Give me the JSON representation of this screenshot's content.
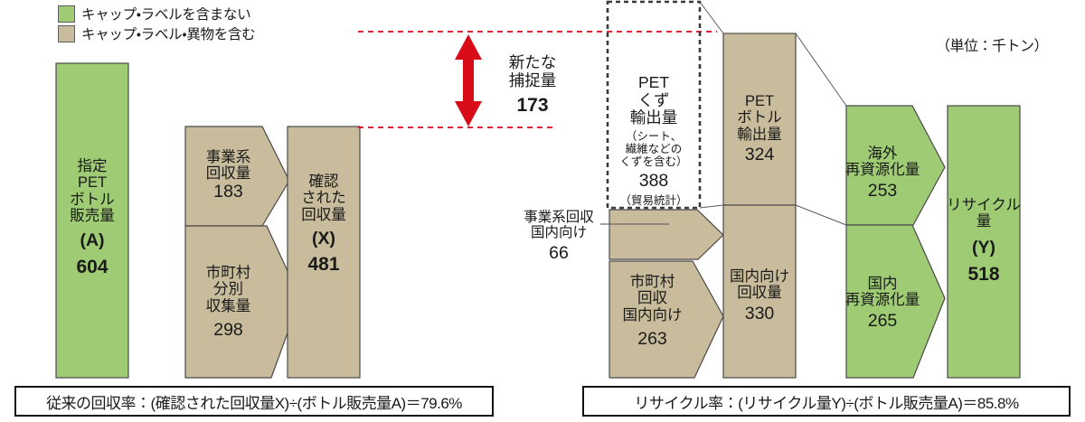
{
  "legend": {
    "items": [
      {
        "label": "キャップ・ラベルを含まない",
        "color": "#9ecb74",
        "name": "excludes-cap-label"
      },
      {
        "label": "キャップ・ラベル・異物を含む",
        "color": "#c9bc9c",
        "name": "includes-cap-label-foreign"
      }
    ]
  },
  "unit_note": "（単位：千トン）",
  "nodes": {
    "designated_sales": {
      "l1": "指定",
      "l2": "PET",
      "l3": "ボトル",
      "l4": "販売量",
      "code": "(A)",
      "value": "604"
    },
    "business_collected": {
      "l1": "事業系",
      "l2": "回収量",
      "value": "183"
    },
    "municipal_collected": {
      "l1": "市町村",
      "l2": "分別",
      "l3": "収集量",
      "value": "298"
    },
    "confirmed_collected": {
      "l1": "確認",
      "l2": "された",
      "l3": "回収量",
      "code": "(X)",
      "value": "481"
    },
    "new_capture": {
      "l1": "新たな",
      "l2": "捕捉量",
      "value": "173"
    },
    "pet_scrap_export": {
      "l1": "PET",
      "l2": "くず",
      "l3": "輸出量",
      "note1": "（シート、",
      "note2": "繊維などの",
      "note3": "くずを含む）",
      "value": "388",
      "source": "（貿易統計）"
    },
    "business_domestic": {
      "l1": "事業系回収",
      "l2": "国内向け",
      "value": "66"
    },
    "municipal_domestic": {
      "l1": "市町村",
      "l2": "回収",
      "l3": "国内向け",
      "value": "263"
    },
    "pet_bottle_export": {
      "l1": "PET",
      "l2": "ボトル",
      "l3": "輸出量",
      "value": "324"
    },
    "domestic_collected": {
      "l1": "国内向け",
      "l2": "回収量",
      "value": "330"
    },
    "overseas_recycled": {
      "l1": "海外",
      "l2": "再資源化量",
      "value": "253"
    },
    "domestic_recycled": {
      "l1": "国内",
      "l2": "再資源化量",
      "value": "265"
    },
    "recycle_amount": {
      "l1": "リサイクル",
      "l2": "量",
      "code": "(Y)",
      "value": "518"
    }
  },
  "formulas": {
    "collection_rate": "従来の回収率：(確認された回収量X)÷(ボトル販売量A)＝79.6%",
    "recycle_rate": "リサイクル率：(リサイクル量Y)÷(ボトル販売量A)＝85.8%"
  },
  "chart_data": {
    "type": "bar",
    "title": "PETボトル リサイクルフロー",
    "unit": "千トン",
    "categories": [
      "指定PETボトル販売量(A)",
      "事業系回収量",
      "市町村分別収集量",
      "確認された回収量(X)",
      "新たな捕捉量",
      "PETくず輸出量",
      "事業系回収 国内向け",
      "市町村回収 国内向け",
      "PETボトル輸出量",
      "国内向け回収量",
      "海外再資源化量",
      "国内再資源化量",
      "リサイクル量(Y)"
    ],
    "values": [
      604,
      183,
      298,
      481,
      173,
      388,
      66,
      263,
      324,
      330,
      253,
      265,
      518
    ],
    "series": [
      {
        "name": "キャップ・ラベルを含まない",
        "color": "#9ecb74",
        "members": [
          "指定PETボトル販売量(A)",
          "海外再資源化量",
          "国内再資源化量",
          "リサイクル量(Y)"
        ]
      },
      {
        "name": "キャップ・ラベル・異物を含む",
        "color": "#c9bc9c",
        "members": [
          "事業系回収量",
          "市町村分別収集量",
          "確認された回収量(X)",
          "PETくず輸出量",
          "市町村回収 国内向け",
          "PETボトル輸出量",
          "国内向け回収量"
        ]
      }
    ],
    "annotations": [
      {
        "label": "新たな捕捉量",
        "value": 173
      },
      {
        "label": "従来の回収率",
        "value": "79.6%"
      },
      {
        "label": "リサイクル率",
        "value": "85.8%"
      }
    ],
    "xlabel": "",
    "ylabel": "千トン",
    "grid": false,
    "legend_position": "top-left"
  }
}
